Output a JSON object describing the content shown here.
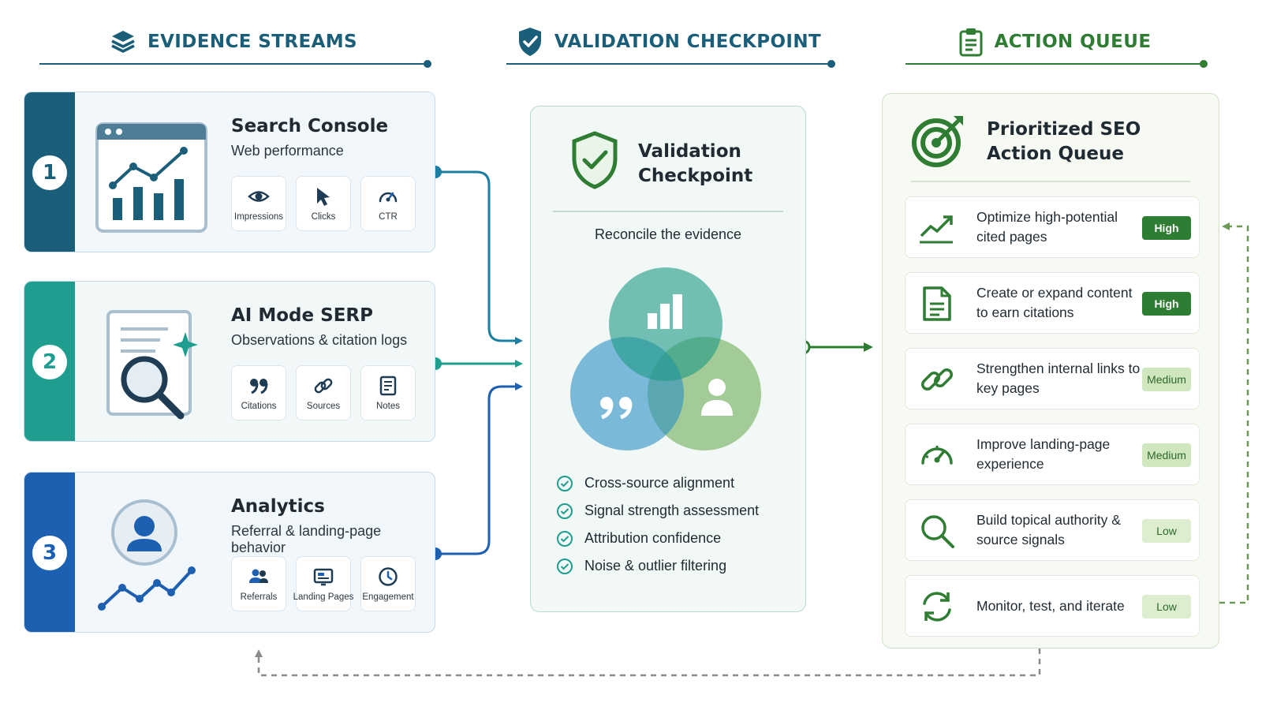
{
  "headers": {
    "evidence": "EVIDENCE STREAMS",
    "validation": "VALIDATION CHECKPOINT",
    "action": "ACTION QUEUE"
  },
  "streams": [
    {
      "number": "1",
      "title": "Search Console",
      "subtitle": "Web performance",
      "chips": [
        {
          "label": "Impressions",
          "icon": "eye-icon"
        },
        {
          "label": "Clicks",
          "icon": "cursor-icon"
        },
        {
          "label": "CTR",
          "icon": "gauge-icon"
        }
      ]
    },
    {
      "number": "2",
      "title": "AI Mode SERP",
      "subtitle": "Observations & citation logs",
      "chips": [
        {
          "label": "Citations",
          "icon": "quote-icon"
        },
        {
          "label": "Sources",
          "icon": "link-icon"
        },
        {
          "label": "Notes",
          "icon": "notes-icon"
        }
      ]
    },
    {
      "number": "3",
      "title": "Analytics",
      "subtitle": "Referral & landing-page behavior",
      "chips": [
        {
          "label": "Referrals",
          "icon": "users-icon"
        },
        {
          "label": "Landing Pages",
          "icon": "landing-page-icon"
        },
        {
          "label": "Engagement",
          "icon": "clock-icon"
        }
      ]
    }
  ],
  "validation": {
    "title": "Validation Checkpoint",
    "subtitle": "Reconcile the evidence",
    "checks": [
      "Cross-source alignment",
      "Signal strength assessment",
      "Attribution confidence",
      "Noise & outlier filtering"
    ]
  },
  "queue": {
    "title": "Prioritized SEO Action Queue",
    "items": [
      {
        "text": "Optimize high-potential cited pages",
        "priority": "High",
        "icon": "trend-up-icon"
      },
      {
        "text": "Create or expand content to earn citations",
        "priority": "High",
        "icon": "document-icon"
      },
      {
        "text": "Strengthen internal links to key pages",
        "priority": "Medium",
        "icon": "link-icon"
      },
      {
        "text": "Improve landing-page experience",
        "priority": "Medium",
        "icon": "gauge-icon"
      },
      {
        "text": "Build topical authority & source signals",
        "priority": "Low",
        "icon": "search-icon"
      },
      {
        "text": "Monitor, test, and iterate",
        "priority": "Low",
        "icon": "refresh-icon"
      }
    ]
  },
  "colors": {
    "navy": "#1b5e7a",
    "teal": "#1f9e8f",
    "blue": "#1d5fb0",
    "green": "#2e7d32"
  }
}
